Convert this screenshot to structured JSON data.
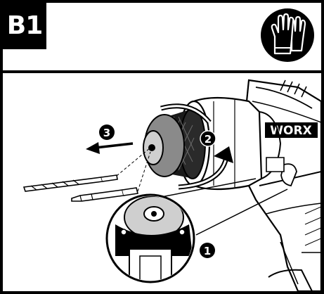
{
  "header": {
    "step_label": "B1",
    "safety_icon": "gloves-icon"
  },
  "brand": {
    "logo_text": "WORX"
  },
  "callouts": {
    "step1": "1",
    "step2": "2",
    "step3": "3"
  },
  "icons": [
    "gloves-icon",
    "lock-icon",
    "rotate-arrow-icon",
    "pull-arrow-icon",
    "drill-bit-icon",
    "screwdriver-bit-icon"
  ],
  "colors": {
    "ink": "#000000",
    "paper": "#ffffff",
    "chuck_grey": "#8a8a8a",
    "light_grey": "#cfcfcf"
  }
}
